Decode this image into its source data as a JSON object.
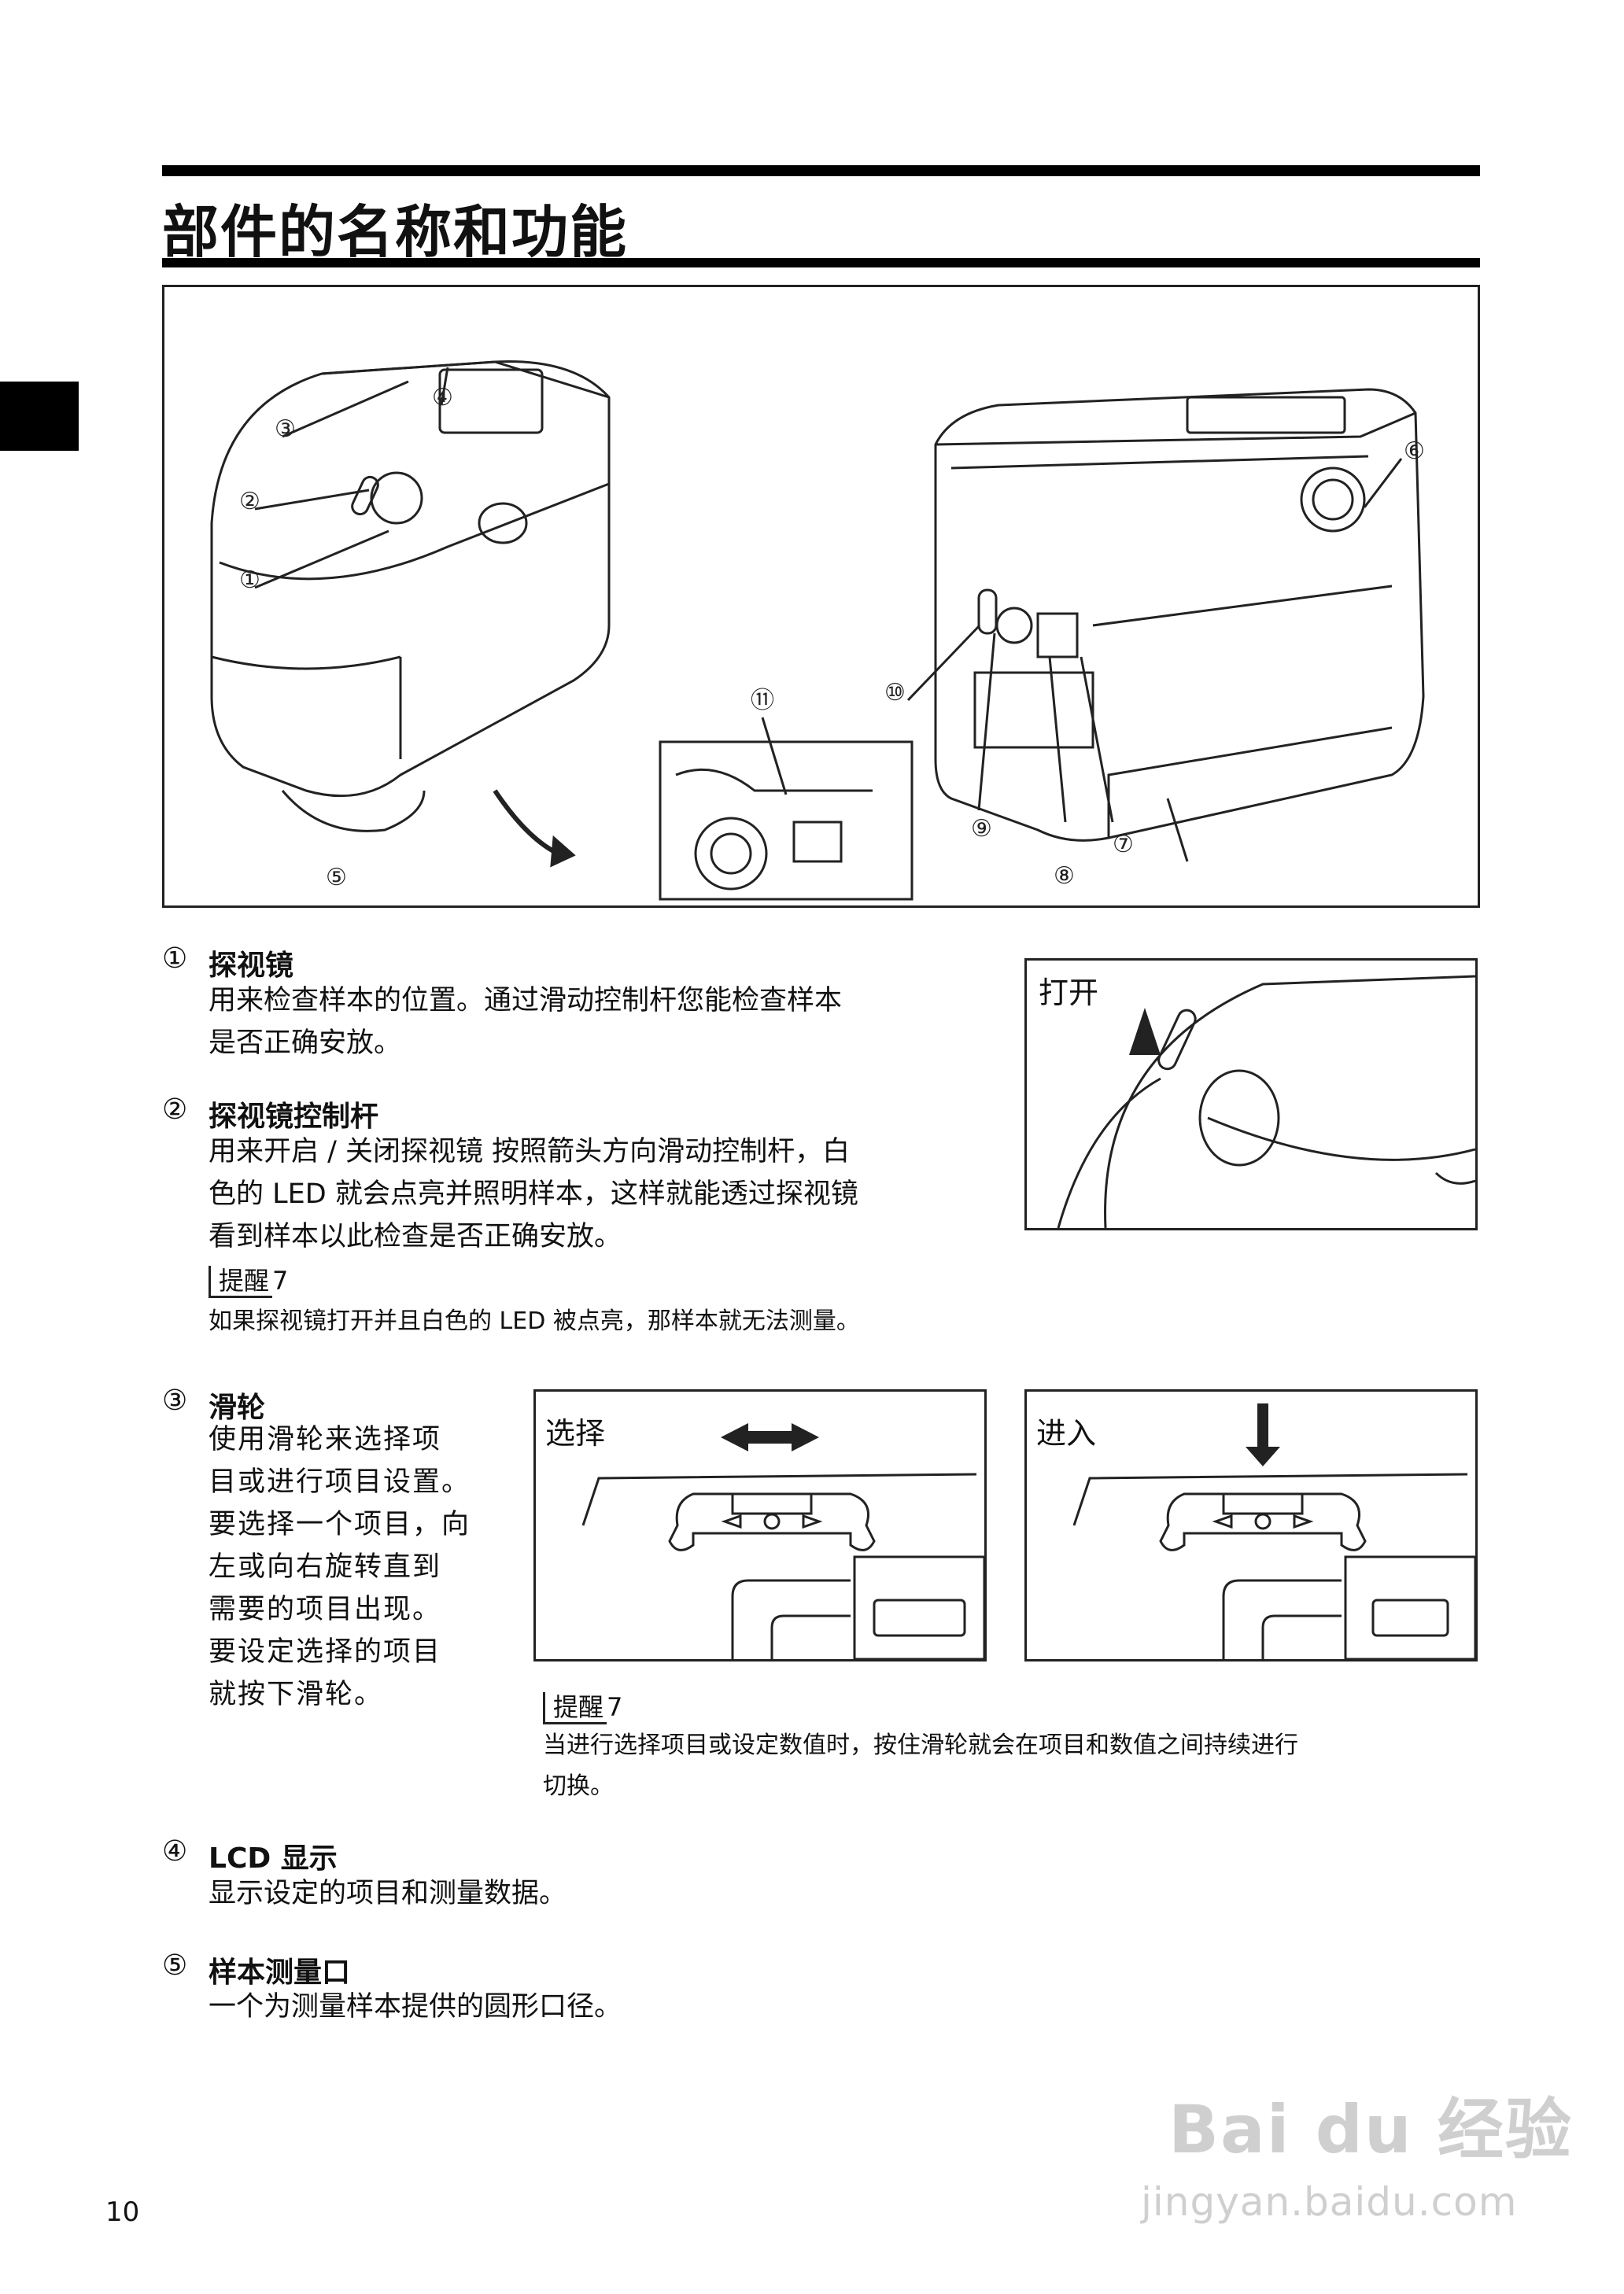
{
  "page": {
    "title": "部件的名称和功能",
    "page_number": "10"
  },
  "figure": {
    "callouts": [
      "①",
      "②",
      "③",
      "④",
      "⑤",
      "⑥",
      "⑦",
      "⑧",
      "⑨",
      "⑩",
      "⑪"
    ]
  },
  "items": [
    {
      "num": "①",
      "heading": "探视镜",
      "lines": [
        "用来检查样本的位置。通过滑动控制杆您能检查样本",
        "是否正确安放。"
      ]
    },
    {
      "num": "②",
      "heading": "探视镜控制杆",
      "lines": [
        "用来开启 / 关闭探视镜 按照箭头方向滑动控制杆，白",
        "色的 LED 就会点亮并照明样本，这样就能透过探视镜",
        "看到样本以此检查是否正确安放。"
      ],
      "note_label": "提醒",
      "note_text": "如果探视镜打开并且白色的 LED 被点亮，那样本就无法测量。"
    },
    {
      "num": "③",
      "heading": "滑轮",
      "lines": [
        "使用滑轮来选择项",
        "目或进行项目设置。",
        "要选择一个项目，向",
        "左或向右旋转直到",
        "需要的项目出现。",
        "要设定选择的项目",
        "就按下滑轮。"
      ],
      "note_label": "提醒",
      "note_lines": [
        "当进行选择项目或设定数值时，按住滑轮就会在项目和数值之间持续进行",
        "切换。"
      ]
    },
    {
      "num": "④",
      "heading": "LCD 显示",
      "lines": [
        "显示设定的项目和测量数据。"
      ]
    },
    {
      "num": "⑤",
      "heading": "样本测量口",
      "lines": [
        "一个为测量样本提供的圆形口径。"
      ]
    }
  ],
  "insets": {
    "open_label": "打开",
    "select_label": "选择",
    "enter_label": "进入"
  },
  "watermark": {
    "brand": "Bai du 经验",
    "url": "jingyan.baidu.com"
  }
}
